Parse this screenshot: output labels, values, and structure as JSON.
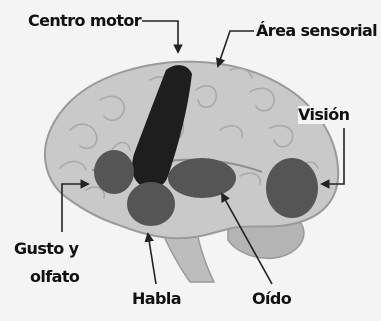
{
  "labels": {
    "motor": "Centro motor",
    "sensory": "Área sensorial",
    "vision": "Visión",
    "taste_line1": "Gusto y",
    "taste_line2": "olfato",
    "speech": "Habla",
    "hearing": "Oído"
  },
  "colors": {
    "background": "#f4f4f4",
    "brain_light": "#c9c9c9",
    "brain_outline": "#9a9a9a",
    "cerebellum": "#b4b4b4",
    "motor_area": "#1e1e1e",
    "dark_regions": "#555555",
    "label_text": "#111111",
    "arrows": "#222222"
  }
}
